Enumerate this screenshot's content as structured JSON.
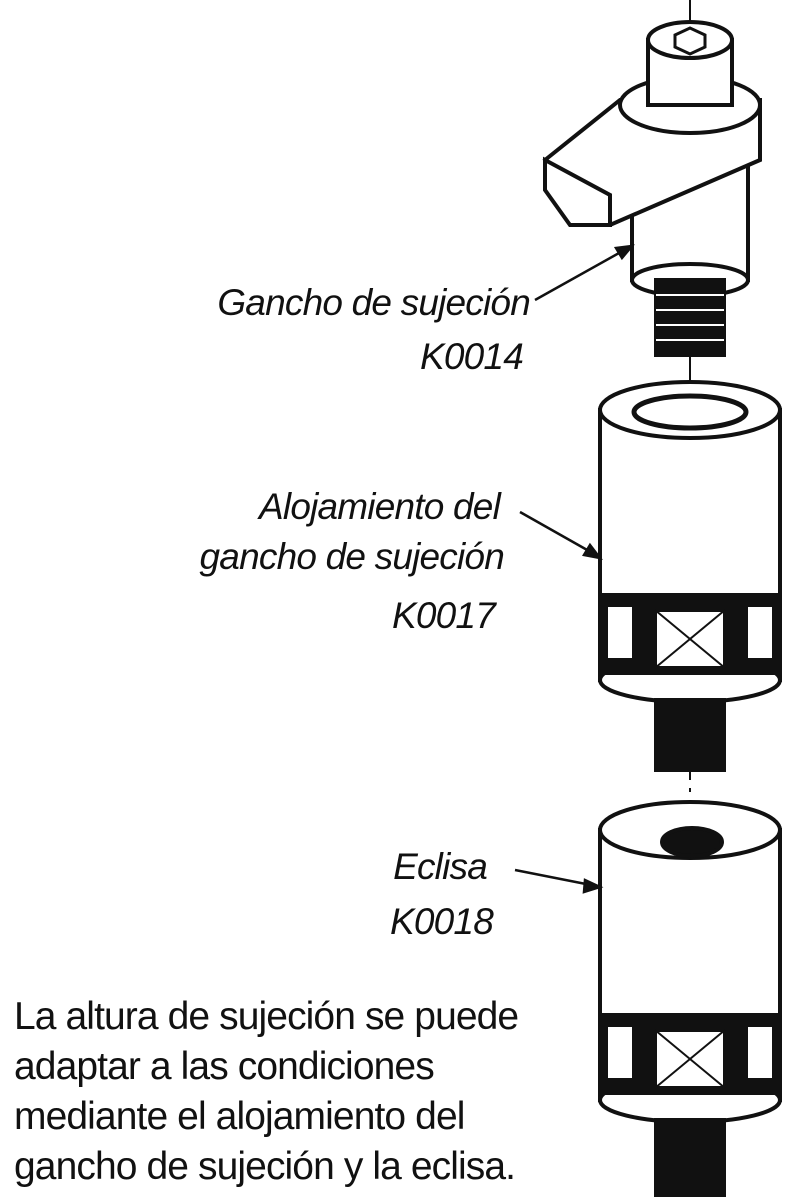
{
  "parts": [
    {
      "name": "Gancho de sujeción",
      "code": "K0014"
    },
    {
      "name_line1": "Alojamiento del",
      "name_line2": "gancho de sujeción",
      "code": "K0017"
    },
    {
      "name": "Eclisa",
      "code": "K0018"
    }
  ],
  "note": [
    "La altura de sujeción se puede",
    "adaptar a las condiciones",
    "mediante el alojamiento del",
    "gancho de sujeción y la eclisa."
  ]
}
